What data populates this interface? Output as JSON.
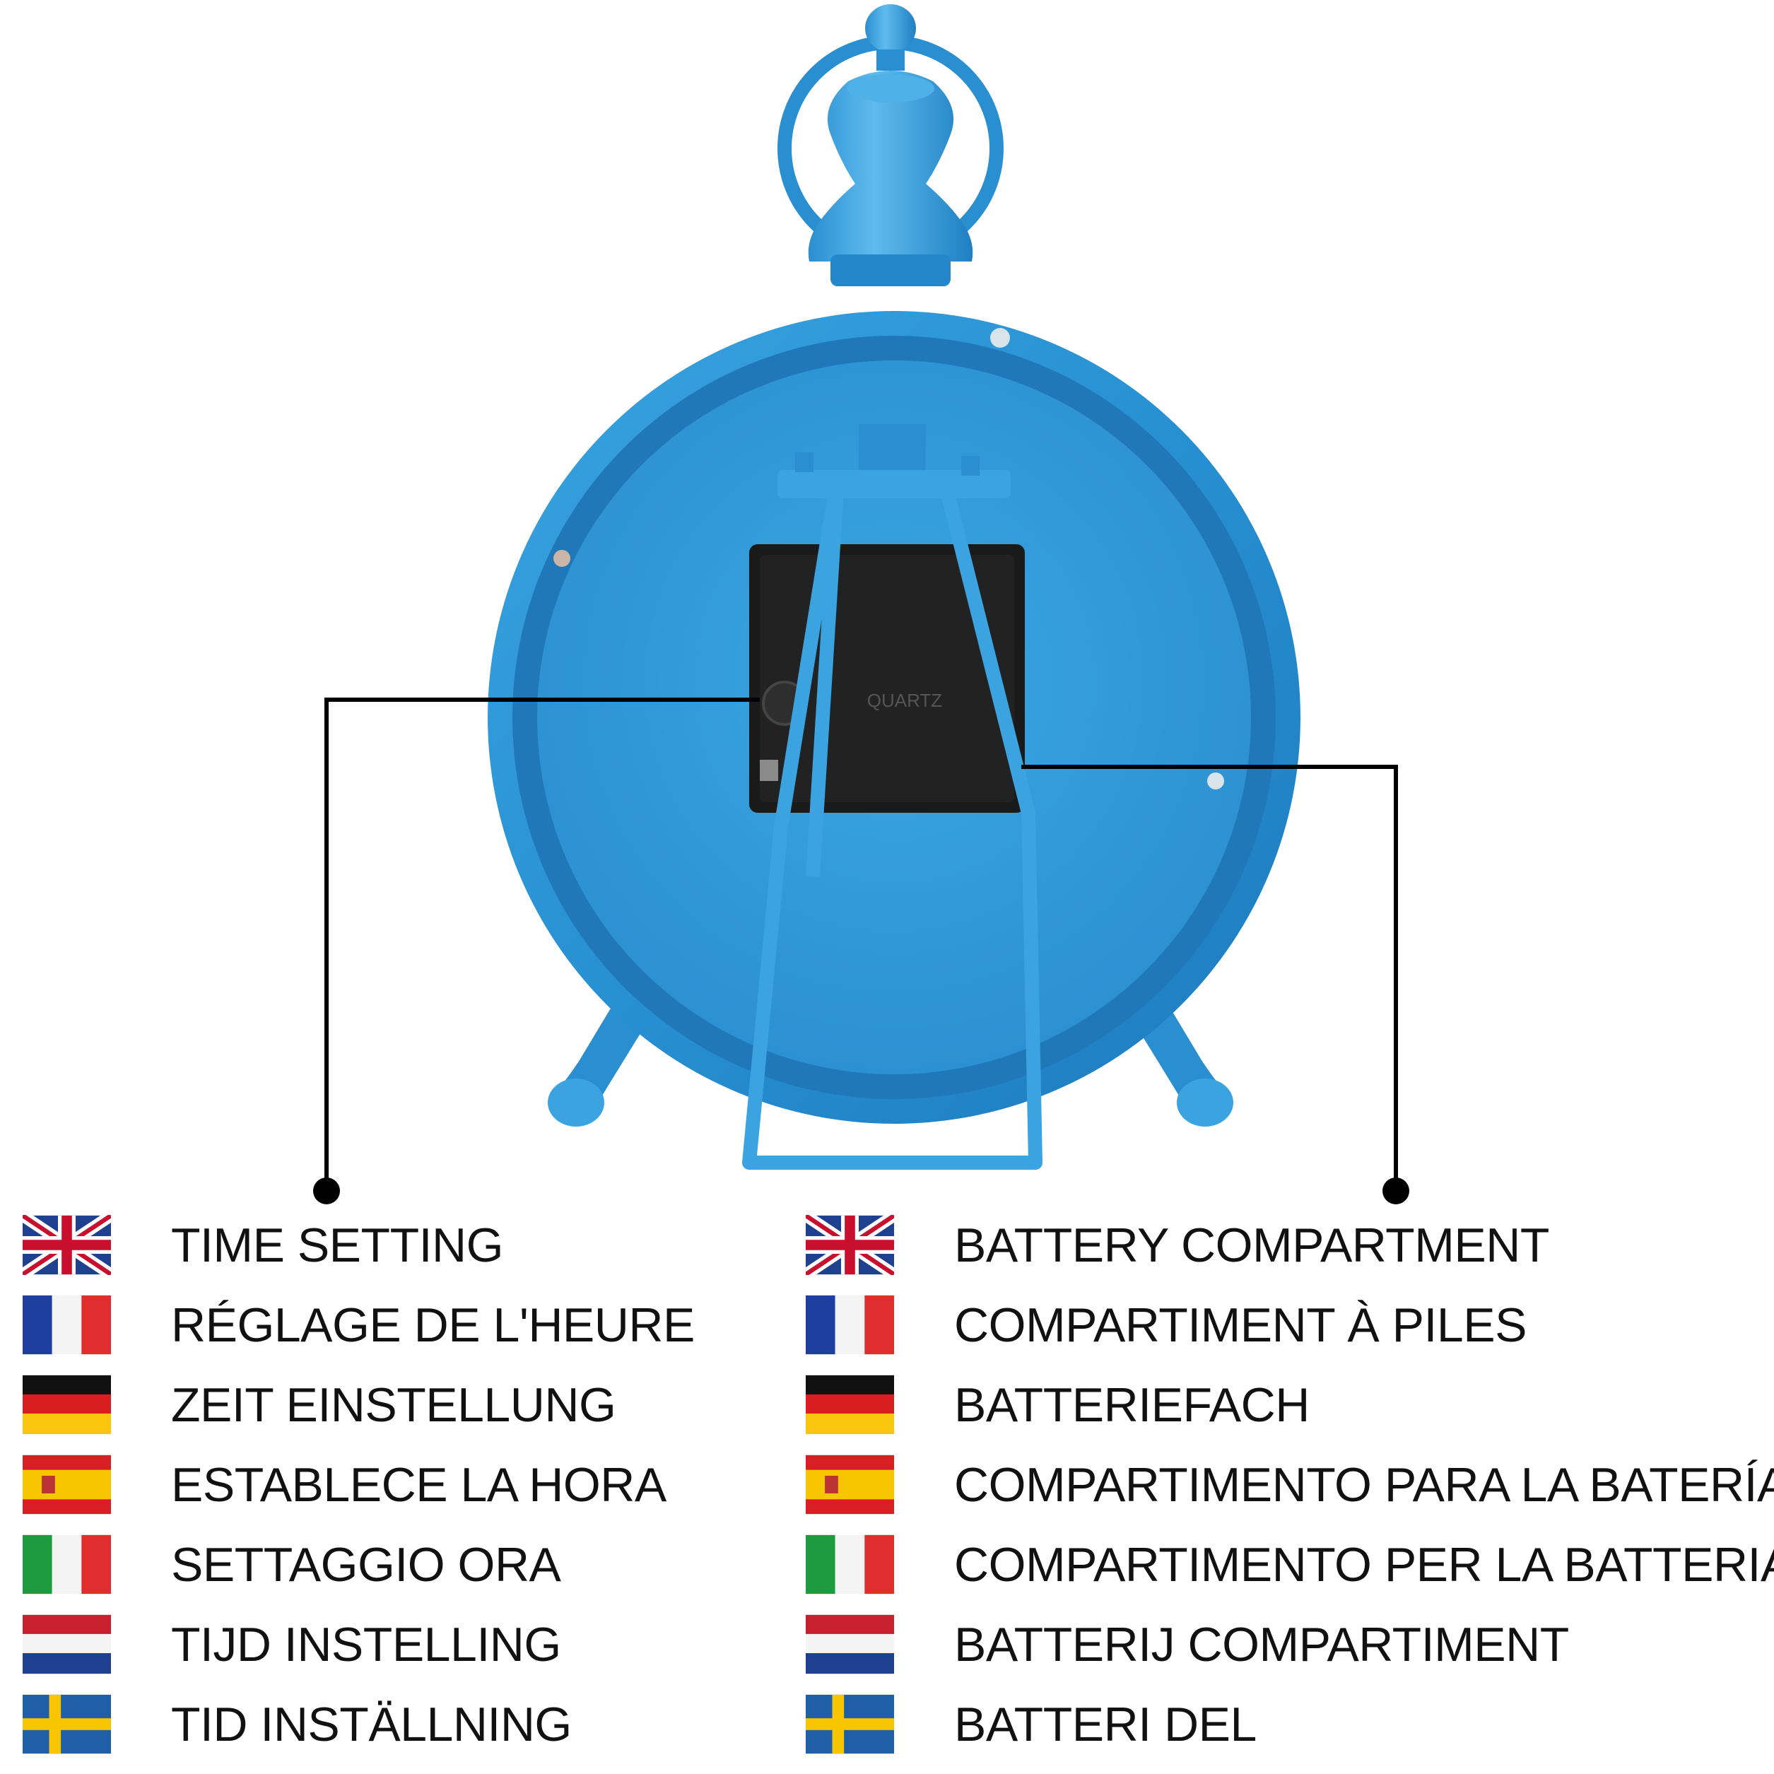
{
  "colors": {
    "clock_blue": "#2e9ad8",
    "clock_blue_light": "#4fb1e8",
    "clock_blue_dark": "#1b6fa8",
    "movement_black": "#1a1a1a",
    "callout_line": "#000000"
  },
  "illustration": {
    "subject": "blue metal table clock, rear view",
    "movement_text": "QUARTZ"
  },
  "callouts": {
    "left": {
      "icon": "dot-pointer",
      "labels": [
        {
          "flag": "flag-uk-icon",
          "text": "TIME SETTING"
        },
        {
          "flag": "flag-france-icon",
          "text": "RÉGLAGE DE L'HEURE"
        },
        {
          "flag": "flag-germany-icon",
          "text": "ZEIT EINSTELLUNG"
        },
        {
          "flag": "flag-spain-icon",
          "text": "ESTABLECE LA HORA"
        },
        {
          "flag": "flag-italy-icon",
          "text": "SETTAGGIO ORA"
        },
        {
          "flag": "flag-netherlands-icon",
          "text": "TIJD INSTELLING"
        },
        {
          "flag": "flag-sweden-icon",
          "text": "TID INSTÄLLNING"
        }
      ]
    },
    "right": {
      "icon": "dot-pointer",
      "labels": [
        {
          "flag": "flag-uk-icon",
          "text": "BATTERY COMPARTMENT"
        },
        {
          "flag": "flag-france-icon",
          "text": "COMPARTIMENT À PILES"
        },
        {
          "flag": "flag-germany-icon",
          "text": "BATTERIEFACH"
        },
        {
          "flag": "flag-spain-icon",
          "text": "COMPARTIMENTO PARA LA BATERÍA"
        },
        {
          "flag": "flag-italy-icon",
          "text": "COMPARTIMENTO PER LA BATTERIA"
        },
        {
          "flag": "flag-netherlands-icon",
          "text": "BATTERIJ COMPARTIMENT"
        },
        {
          "flag": "flag-sweden-icon",
          "text": "BATTERI DEL"
        }
      ]
    }
  }
}
